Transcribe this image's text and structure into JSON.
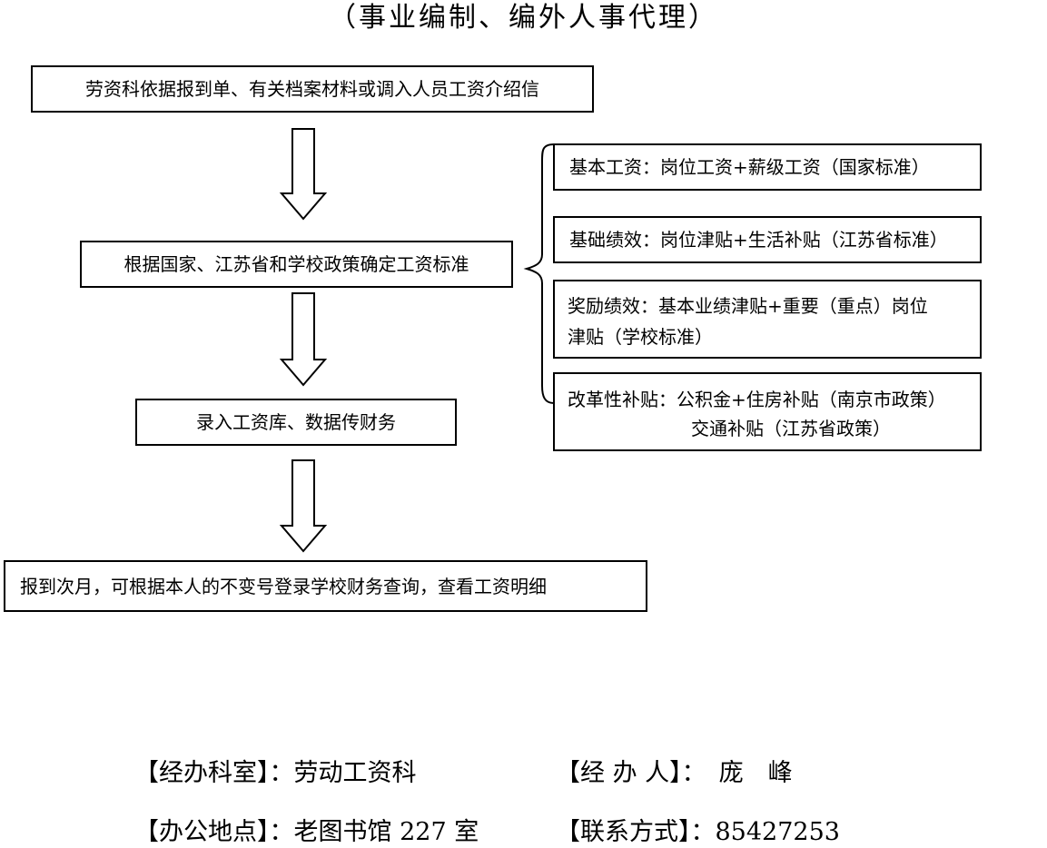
{
  "title": "（事业编制、编外人事代理）",
  "flow": {
    "step1": "劳资科依据报到单、有关档案材料或调入人员工资介绍信",
    "step2": "根据国家、江苏省和学校政策确定工资标准",
    "step3": "录入工资库、数据传财务",
    "step4": "报到次月，可根据本人的不变号登录学校财务查询，查看工资明细"
  },
  "components": {
    "basic": "基本工资：岗位工资+薪级工资（国家标准）",
    "base_perf": "基础绩效：岗位津贴+生活补贴（江苏省标准）",
    "reward_line1": "奖励绩效：基本业绩津贴+重要（重点）岗位",
    "reward_line2": "津贴（学校标准）",
    "reform_line1": "改革性补贴：公积金+住房补贴（南京市政策）",
    "reform_line2": "交通补贴（江苏省政策）"
  },
  "footer": {
    "office_label": "【经办科室】：",
    "office_value": "劳动工资科",
    "handler_label": "【经 办 人】：",
    "handler_value": "庞　峰",
    "location_label": "【办公地点】：",
    "location_value": "老图书馆 227 室",
    "contact_label": "【联系方式】：",
    "contact_value": "85427253"
  }
}
